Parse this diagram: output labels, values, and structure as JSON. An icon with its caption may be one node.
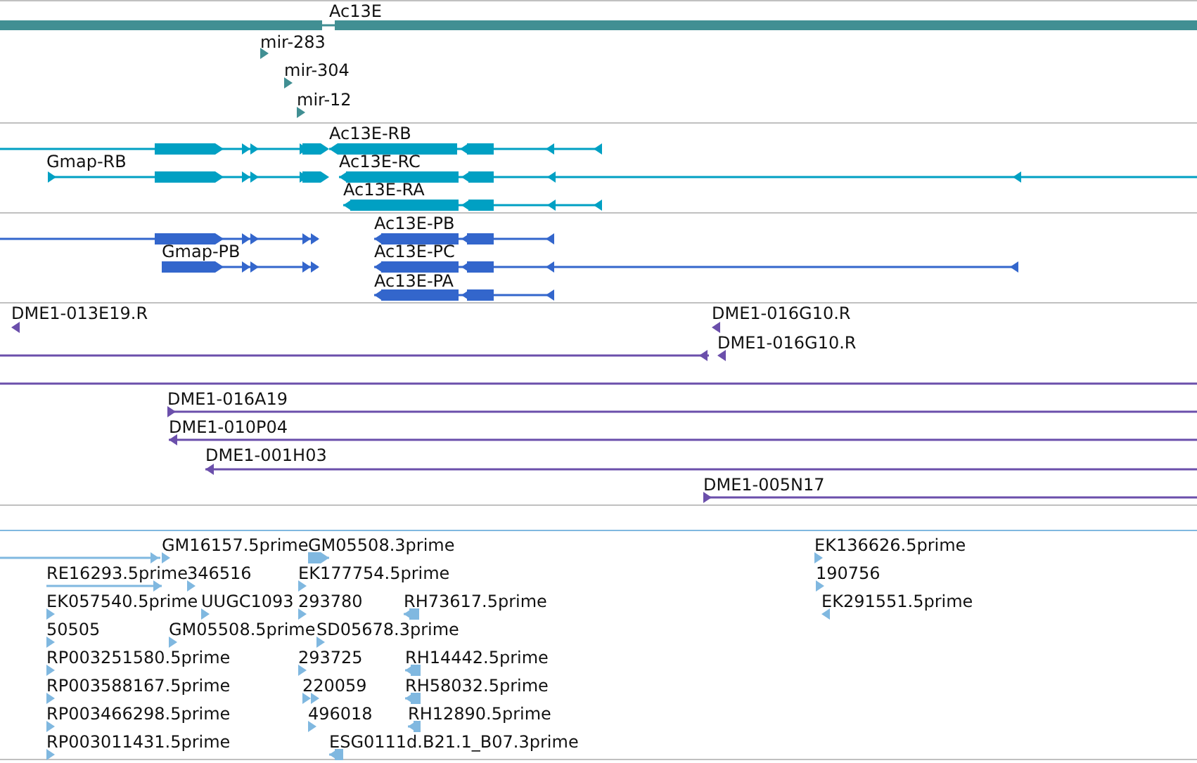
{
  "diagram": {
    "nodes": [
      {
        "text": [
          "Ac13E"
        ]
      },
      {
        "text": [
          "mir-283"
        ]
      },
      {
        "text": [
          "mir-304"
        ]
      },
      {
        "text": [
          "mir-12"
        ]
      },
      {
        "text": [],
        "shape": "bar"
      },
      {
        "text": [
          "Ac13E-RB"
        ]
      },
      {
        "text": [
          "Gmap-RB"
        ]
      },
      {
        "text": [
          "Ac13E-RC"
        ]
      },
      {
        "text": [
          "Ac13E-RA"
        ]
      },
      {
        "text": [],
        "shape": "bar"
      },
      {
        "text": [
          "Ac13E-PB"
        ]
      },
      {
        "text": [
          "Gmap-PB"
        ]
      },
      {
        "text": [
          "Ac13E-PC"
        ]
      },
      {
        "text": [
          "Ac13E-PA"
        ]
      },
      {
        "text": [
          "DME1-013E19.R"
        ]
      },
      {
        "text": [
          "DME1-016G10.R"
        ]
      },
      {
        "text": [],
        "shape": "bar"
      },
      {
        "text": [
          "DME1-016G10.R"
        ]
      },
      {
        "text": [],
        "shape": "bar"
      },
      {
        "text": [
          "DME1-016A19"
        ]
      },
      {
        "text": [
          "DME1-010P04"
        ]
      },
      {
        "text": [
          "DME1-001H03"
        ]
      },
      {
        "text": [
          "DME1-005N17"
        ]
      },
      {
        "text": [],
        "shape": "bar"
      },
      {
        "text": [
          "GM16157.5prime"
        ]
      },
      {
        "text": [
          "GM05508.3prime"
        ]
      },
      {
        "text": [
          "EK136626.5prime"
        ]
      },
      {
        "text": [
          "RE16293.5prime"
        ]
      },
      {
        "text": [
          "346516"
        ]
      },
      {
        "text": [
          "EK177754.5prime"
        ]
      },
      {
        "text": [
          "190756"
        ]
      },
      {
        "text": [
          "EK057540.5prime"
        ]
      },
      {
        "text": [
          "UUGC1093"
        ]
      },
      {
        "text": [
          "293780"
        ]
      },
      {
        "text": [
          "RH73617.5prime"
        ]
      },
      {
        "text": [
          "EK291551.5prime"
        ]
      },
      {
        "text": [
          "50505"
        ]
      },
      {
        "text": [
          "GM05508.5prime"
        ]
      },
      {
        "text": [
          "SD05678.3prime"
        ]
      },
      {
        "text": [
          "RP003251580.5prime"
        ]
      },
      {
        "text": [
          "293725"
        ]
      },
      {
        "text": [
          "RH14442.5prime"
        ]
      },
      {
        "text": [
          "RP003588167.5prime"
        ]
      },
      {
        "text": [
          "220059"
        ]
      },
      {
        "text": [
          "RH58032.5prime"
        ]
      },
      {
        "text": [
          "RP003466298.5prime"
        ]
      },
      {
        "text": [
          "496018"
        ]
      },
      {
        "text": [
          "RH12890.5prime"
        ]
      },
      {
        "text": [
          "RP003011431.5prime"
        ]
      },
      {
        "text": [
          "ESG0111d.B21.1_B07.3prime"
        ]
      }
    ]
  }
}
